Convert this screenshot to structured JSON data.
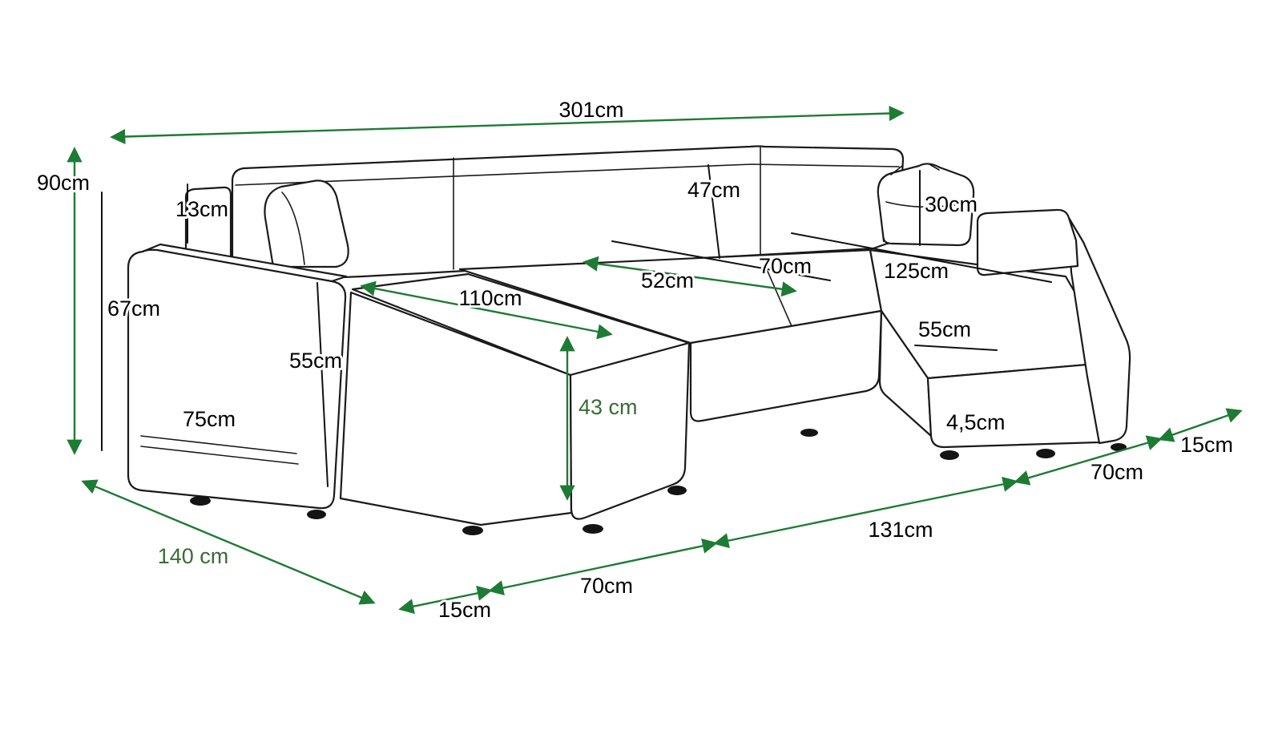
{
  "colors": {
    "arrow_green": "#1e7b34",
    "label_green": "#3a6b35",
    "outline_black": "#1a1a1a",
    "background": "#ffffff"
  },
  "labels": {
    "total_width": "301cm",
    "total_height": "90cm",
    "armrest_offset": "13cm",
    "backrest_height": "47cm",
    "cushion_height": "30cm",
    "back_inner_height": "67cm",
    "chaise_seat_length": "110cm",
    "seat_width": "52cm",
    "middle_seat_depth": "70cm",
    "right_seat_length": "125cm",
    "armrest_height": "55cm",
    "right_seat_width": "55cm",
    "armrest_depth": "75cm",
    "seat_height": "43 cm",
    "leg_height": "4,5cm",
    "total_depth": "140 cm",
    "left_arm_width": "15cm",
    "left_chaise_width": "70cm",
    "middle_width": "131cm",
    "right_chaise_width": "70cm",
    "right_arm_width": "15cm"
  }
}
